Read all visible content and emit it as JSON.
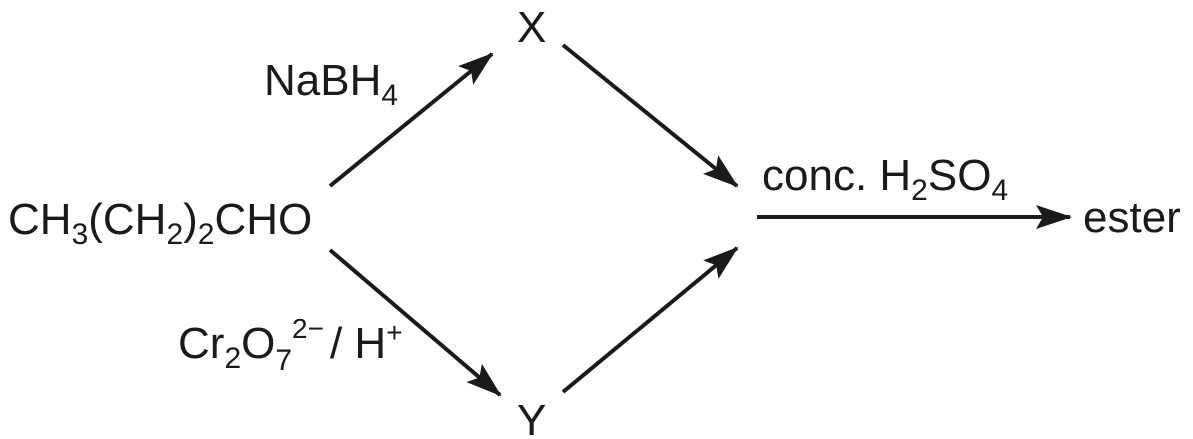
{
  "diagram": {
    "reactant": {
      "parts": [
        "CH",
        "3",
        "(CH",
        "2",
        ")",
        "2",
        "CHO"
      ]
    },
    "intermediate_top": "X",
    "intermediate_bottom": "Y",
    "product": "ester",
    "reagent_top": {
      "parts": [
        "NaBH",
        "4"
      ]
    },
    "reagent_bottom": {
      "parts": [
        "Cr",
        "2",
        "O",
        "7",
        "2−",
        "/ H",
        "+"
      ]
    },
    "reagent_final": {
      "parts": [
        "conc. H",
        "2",
        "SO",
        "4"
      ]
    }
  },
  "colors": {
    "ink": "#1a1a1a",
    "background": "#ffffff"
  }
}
